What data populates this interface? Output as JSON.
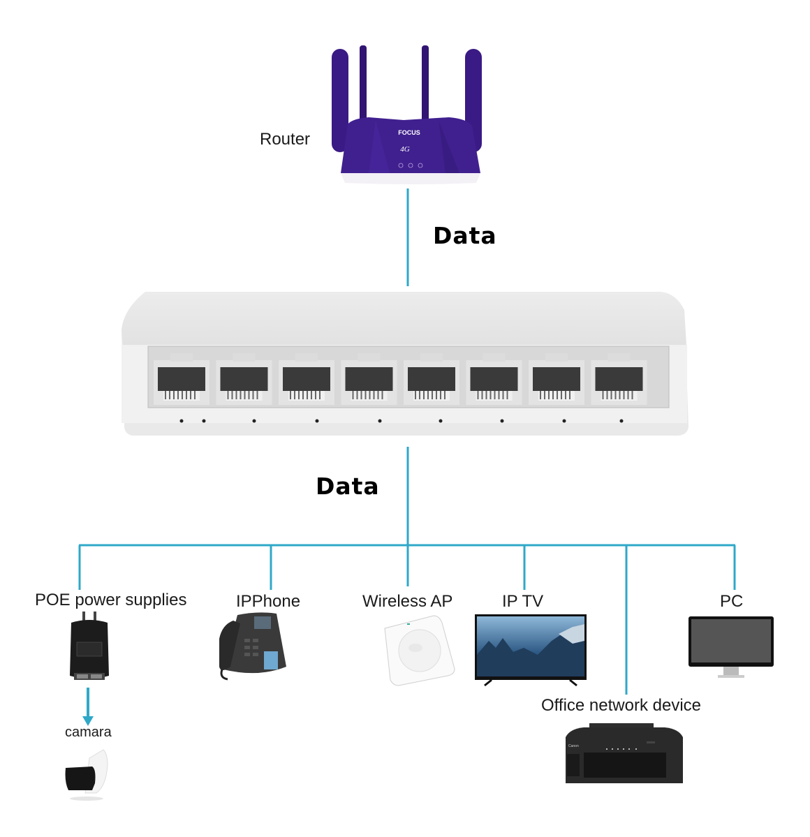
{
  "colors": {
    "connector_line": "#2fa8c8",
    "router_body": "#3b1a86",
    "switch_body": "#eeeeee"
  },
  "router": {
    "label": "Router",
    "brand_text": "FOCUS"
  },
  "uplink": {
    "label": "Data"
  },
  "switch": {
    "port_count": 8
  },
  "downlink": {
    "label": "Data"
  },
  "devices": [
    {
      "id": "poe",
      "label": "POE power supplies"
    },
    {
      "id": "ipphone",
      "label": "IPPhone"
    },
    {
      "id": "wireless-ap",
      "label": "Wireless AP"
    },
    {
      "id": "iptv",
      "label": "IP TV"
    },
    {
      "id": "office",
      "label": "Office network device"
    },
    {
      "id": "pc",
      "label": "PC"
    }
  ],
  "poe_child": {
    "label": "camara"
  }
}
